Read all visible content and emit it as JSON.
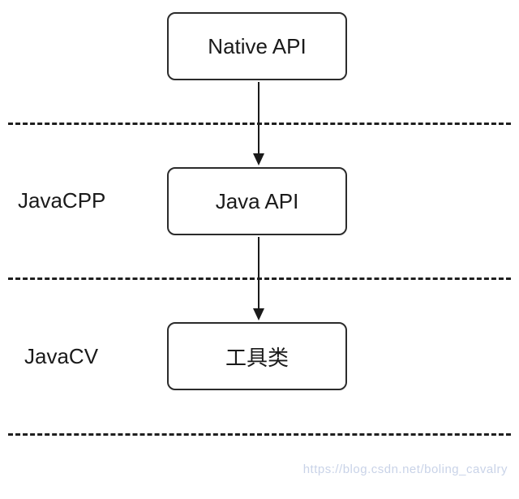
{
  "diagram": {
    "boxes": [
      {
        "id": "native-api",
        "label": "Native API"
      },
      {
        "id": "java-api",
        "label": "Java API"
      },
      {
        "id": "tool-class",
        "label": "工具类"
      }
    ],
    "layers": [
      {
        "id": "javacpp",
        "label": "JavaCPP"
      },
      {
        "id": "javacv",
        "label": "JavaCV"
      }
    ],
    "watermark": "https://blog.csdn.net/boling_cavalry",
    "colors": {
      "box_border": "#2b2b2b",
      "divider": "#1f1f1f",
      "arrow": "#1a1a1a",
      "watermark_text": "#c9d3e8",
      "background": "#ffffff"
    }
  }
}
